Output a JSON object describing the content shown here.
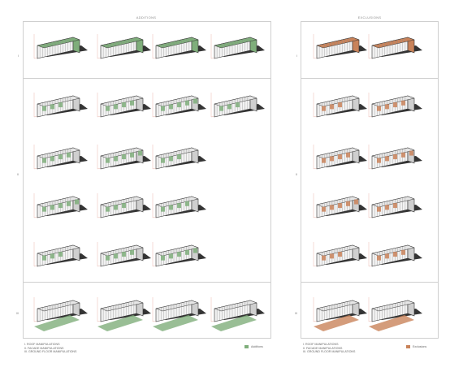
{
  "sections": {
    "additions": {
      "title": "ADDITIONS"
    },
    "exclusions": {
      "title": "EXCLUSIONS"
    }
  },
  "row_labels": {
    "r1": "I",
    "r2": "II",
    "r3": "III"
  },
  "notes": [
    "I. ROOF MANIPULATIONS",
    "II. FACADE MANIPULATIONS",
    "III. GROUND FLOOR MANIPULATIONS"
  ],
  "legend": {
    "additions": {
      "label": "Additions",
      "color": "#7fae7b"
    },
    "exclusions": {
      "label": "Exclusions",
      "color": "#c9835a"
    }
  },
  "colors": {
    "building": "#f2f2f2",
    "outline": "#333333",
    "shadow": "#1e1e1e",
    "guide": "#e3a59a"
  }
}
